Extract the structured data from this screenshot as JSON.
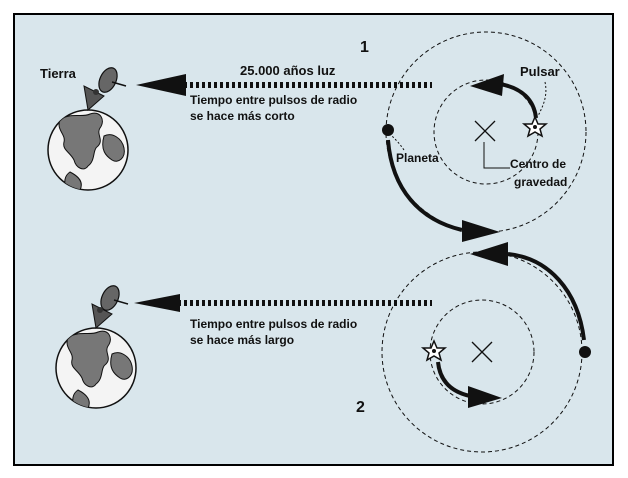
{
  "colors": {
    "background": "#d9e6ec",
    "ink": "#111111",
    "frame": "#000000"
  },
  "labels": {
    "earth": "Tierra",
    "distance": "25.000 años luz",
    "top_caption_line1": "Tiempo entre pulsos de radio",
    "top_caption_line2": "se hace más corto",
    "bottom_caption_line1": "Tiempo entre pulsos de radio",
    "bottom_caption_line2": "se hace más largo",
    "pulsar": "Pulsar",
    "planet": "Planeta",
    "center_line1": "Centro de",
    "center_line2": "gravedad",
    "panel_1": "1",
    "panel_2": "2"
  },
  "icons": {
    "earth": "earth-globe-icon",
    "antenna": "radio-dish-icon",
    "pulsar": "star-icon",
    "planet": "planet-dot-icon",
    "center": "cross-mark-icon"
  }
}
